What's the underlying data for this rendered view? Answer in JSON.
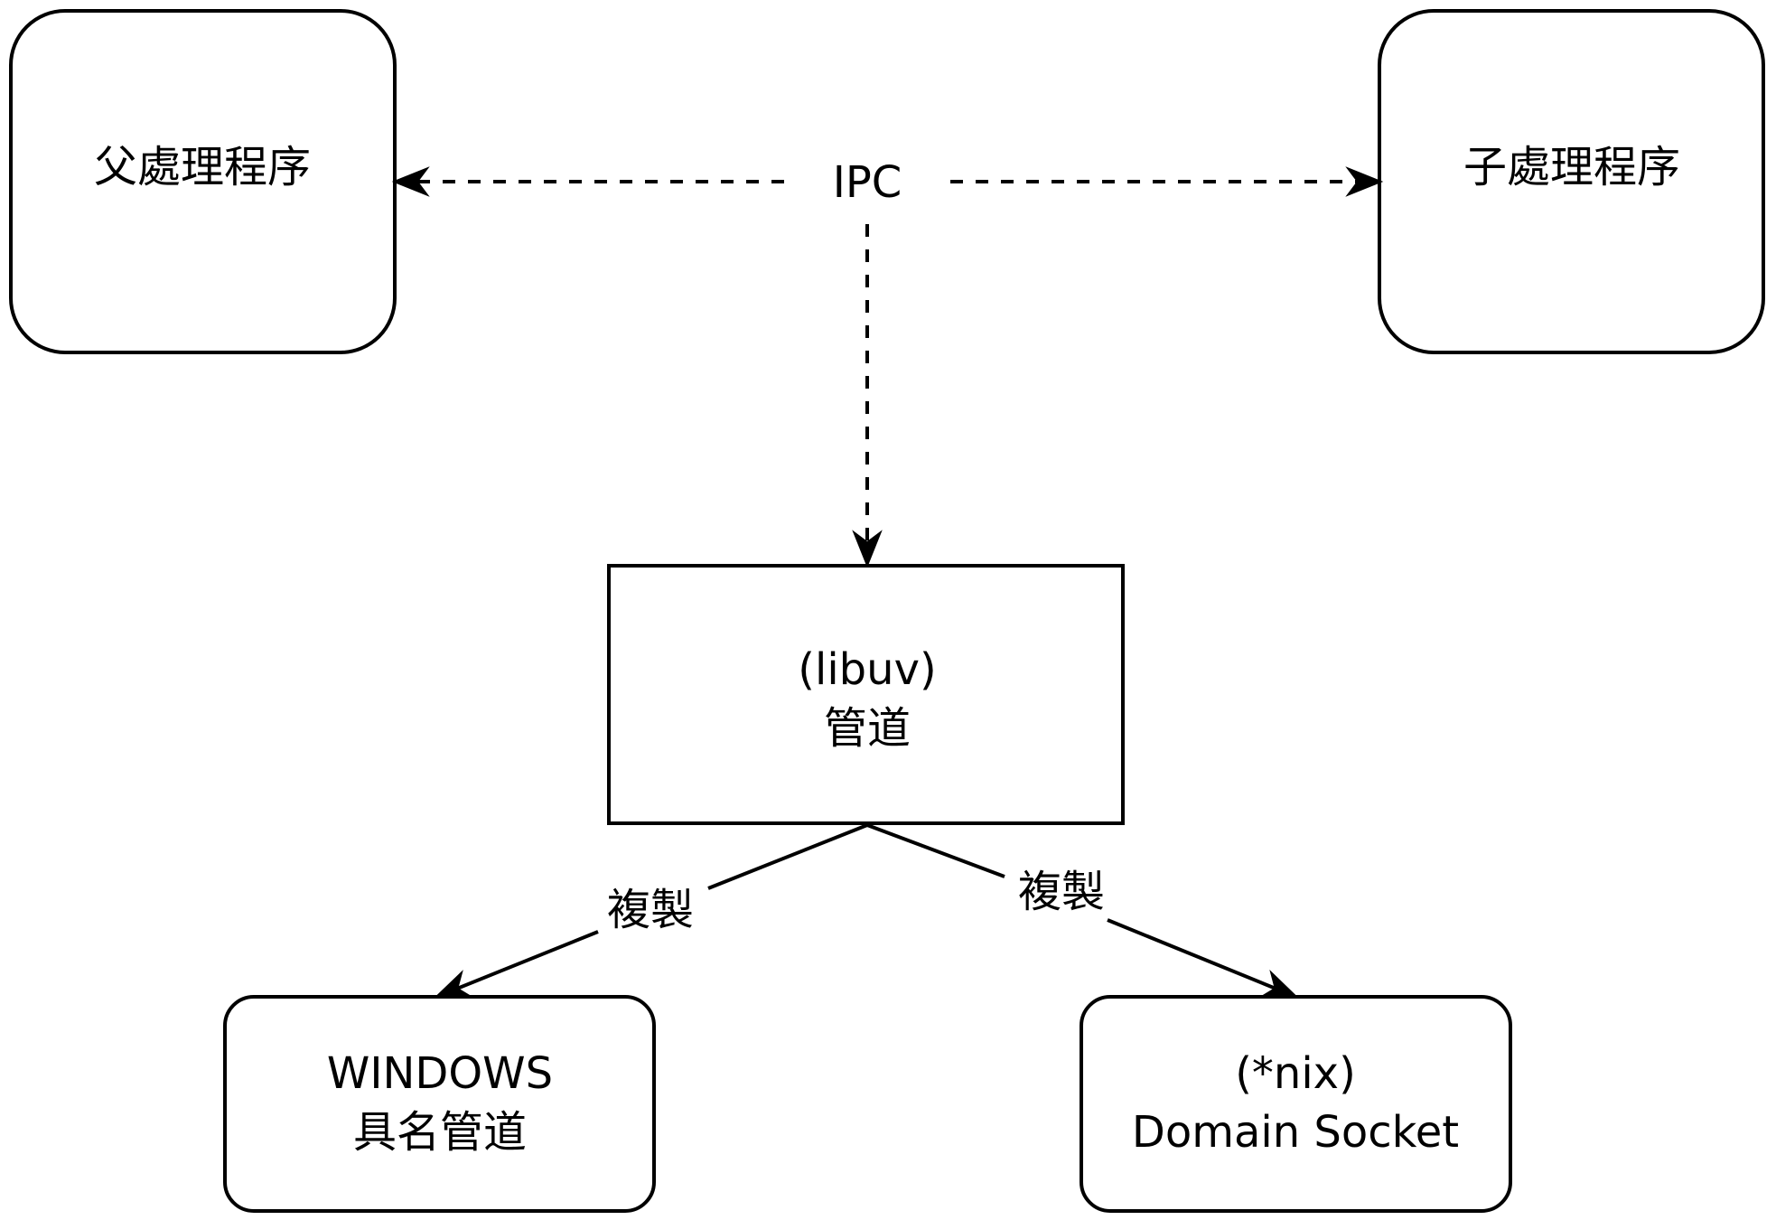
{
  "nodes": {
    "parent": {
      "label": "父處理程序"
    },
    "child": {
      "label": "子處理程序"
    },
    "pipe": {
      "line1": "(libuv)",
      "line2": "管道"
    },
    "windows": {
      "line1": "WINDOWS",
      "line2": "具名管道"
    },
    "unix": {
      "line1": "(*nix)",
      "line2": "Domain Socket"
    }
  },
  "labels": {
    "ipc": "IPC",
    "copy_left": "複製",
    "copy_right": "複製"
  },
  "colors": {
    "stroke": "#000000",
    "background": "#ffffff"
  }
}
